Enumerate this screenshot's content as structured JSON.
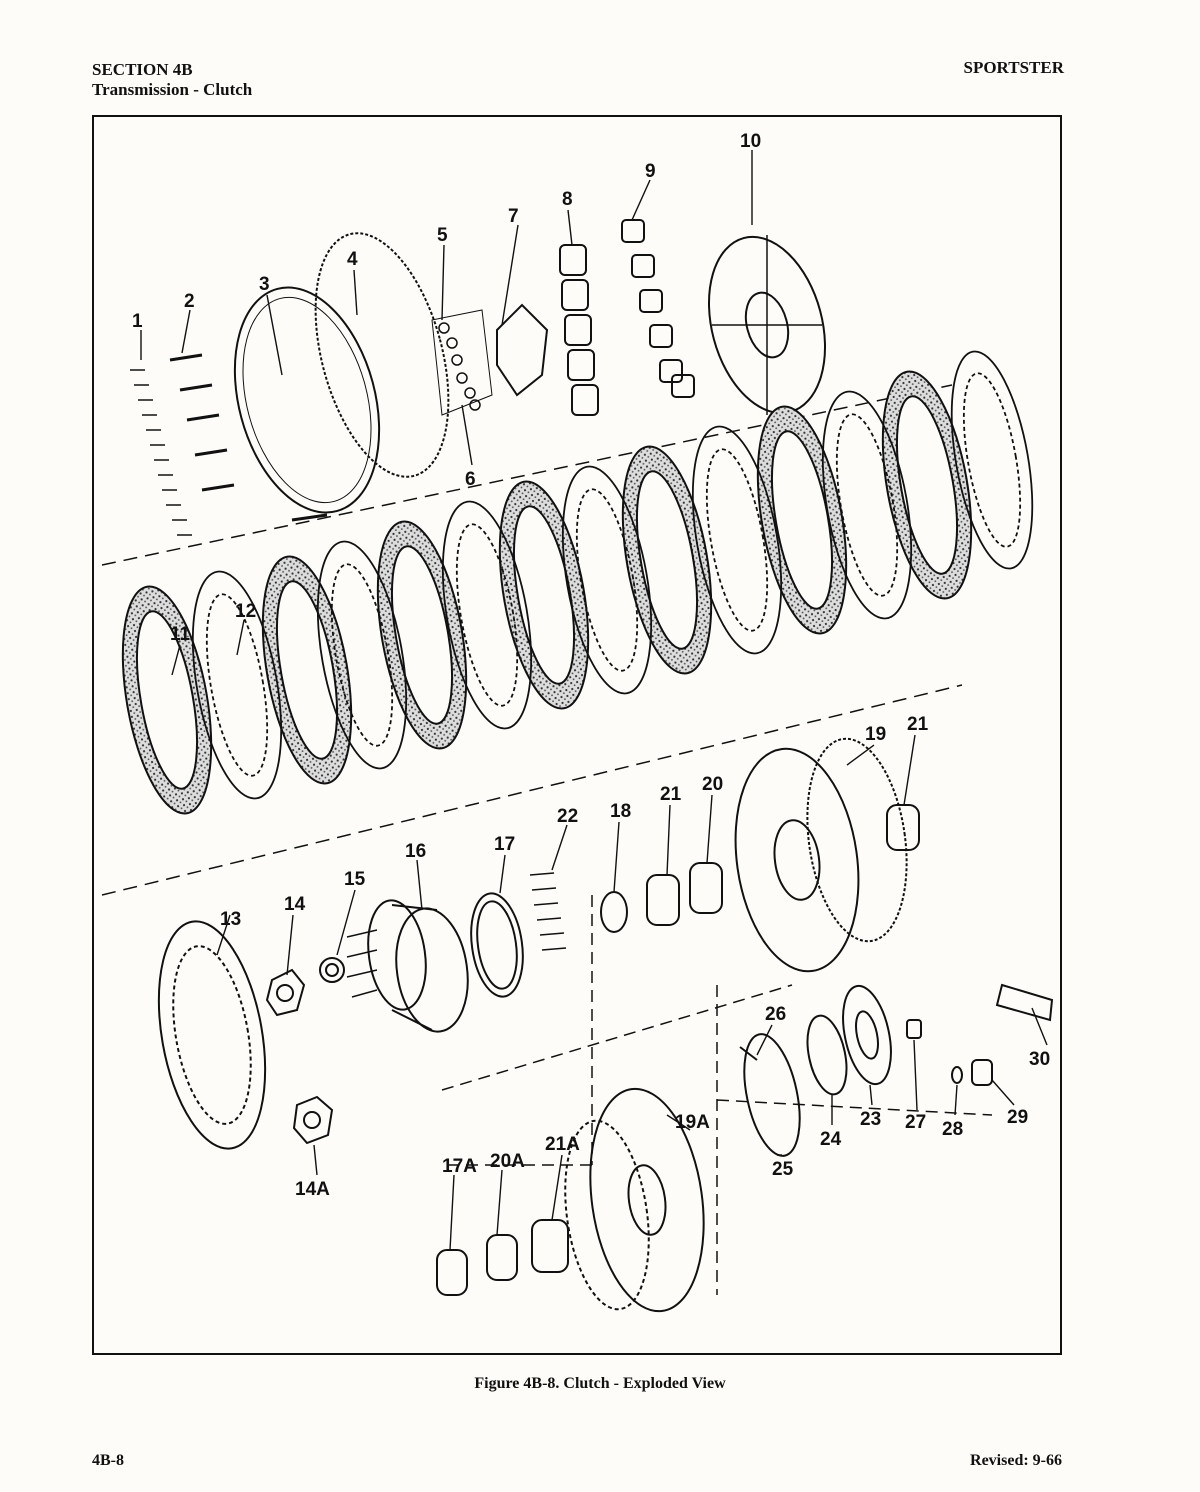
{
  "header": {
    "section": "SECTION 4B",
    "subtitle": "Transmission - Clutch",
    "model": "SPORTSTER"
  },
  "figure": {
    "caption": "Figure 4B-8. Clutch - Exploded View",
    "callouts": {
      "c1": "1",
      "c2": "2",
      "c3": "3",
      "c4": "4",
      "c5": "5",
      "c6": "6",
      "c7": "7",
      "c8": "8",
      "c9": "9",
      "c10": "10",
      "c11": "11",
      "c12": "12",
      "c13": "13",
      "c14": "14",
      "c14a": "14A",
      "c15": "15",
      "c16": "16",
      "c17": "17",
      "c17a": "17A",
      "c18": "18",
      "c19": "19",
      "c19a": "19A",
      "c20": "20",
      "c20a": "20A",
      "c21": "21",
      "c21b": "21",
      "c21a": "21A",
      "c22": "22",
      "c23": "23",
      "c24": "24",
      "c25": "25",
      "c26": "26",
      "c27": "27",
      "c28": "28",
      "c29": "29",
      "c30": "30"
    }
  },
  "footer": {
    "page_number": "4B-8",
    "revised": "Revised: 9-66"
  }
}
